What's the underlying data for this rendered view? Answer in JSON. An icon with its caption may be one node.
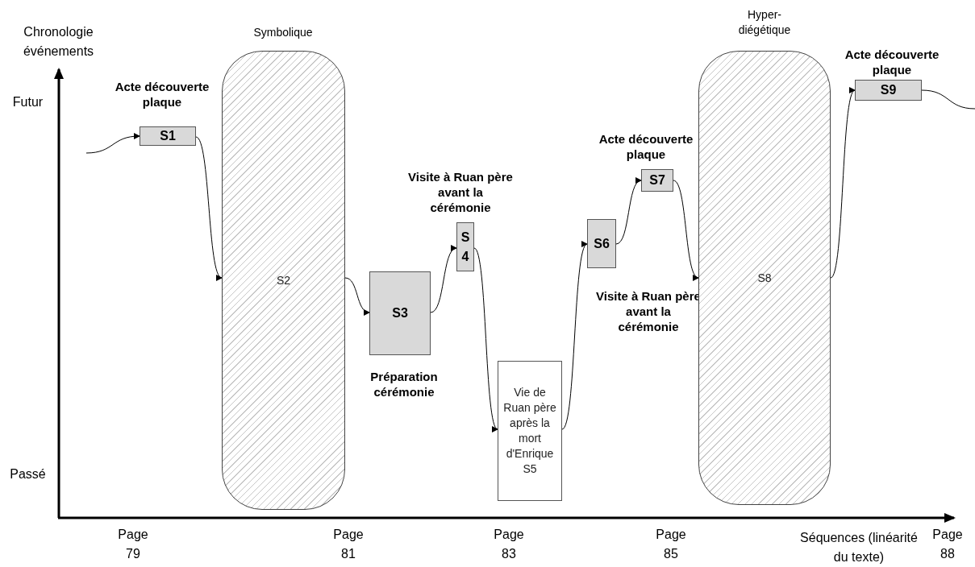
{
  "diagram": {
    "nodes": [
      {
        "text": [
          "Acte découverte plaque",
          "S1"
        ]
      },
      {
        "text": [
          "Symbolique",
          "S2"
        ]
      },
      {
        "text": [
          "S3",
          "Préparation cérémonie"
        ]
      },
      {
        "text": [
          "Visite à Ruan père avant la cérémonie",
          "S4"
        ]
      },
      {
        "text": [
          "Vie de Ruan père après la mort d'Enrique",
          "S5"
        ]
      },
      {
        "text": [
          "S6",
          "Visite à Ruan père avant la cérémonie"
        ]
      },
      {
        "text": [
          "Acte découverte plaque",
          "S7"
        ]
      },
      {
        "text": [
          "Hyper-diégétique",
          "S8"
        ]
      },
      {
        "text": [
          "Acte découverte plaque",
          "S9"
        ]
      }
    ],
    "edges": [
      {
        "from": null,
        "to": 0,
        "arrow": "to"
      },
      {
        "from": 0,
        "to": 1,
        "arrow": "to"
      },
      {
        "from": 1,
        "to": 2,
        "arrow": "to"
      },
      {
        "from": 2,
        "to": 3,
        "arrow": "to"
      },
      {
        "from": 3,
        "to": 4,
        "arrow": "to"
      },
      {
        "from": 4,
        "to": 5,
        "arrow": "to"
      },
      {
        "from": 5,
        "to": 6,
        "arrow": "to"
      },
      {
        "from": 6,
        "to": 7,
        "arrow": "to"
      },
      {
        "from": 7,
        "to": 8,
        "arrow": "to"
      },
      {
        "from": 8,
        "to": null,
        "arrow": "none"
      }
    ],
    "labels": [
      "Chronologie événements",
      "Futur",
      "Passé",
      "Page 79",
      "Page 81",
      "Page 83",
      "Page 85",
      "Séquences (linéarité du texte)",
      "Page 88"
    ]
  }
}
